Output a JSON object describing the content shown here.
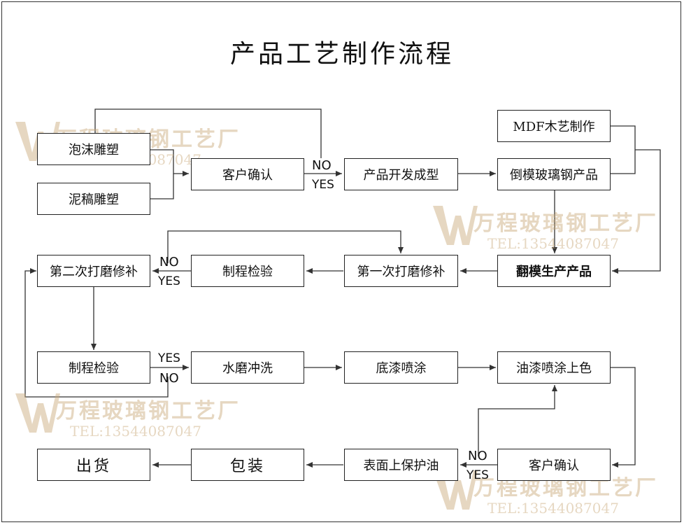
{
  "title": "产品工艺制作流程",
  "boxes": {
    "foam_carving": "泡沫雕塑",
    "clay_carving": "泥稿雕塑",
    "customer_confirm_1": "客户确认",
    "product_development": "产品开发成型",
    "mdf_wood": "MDF木艺制作",
    "mold_frp": "倒模玻璃钢产品",
    "remold_production": "翻模生产产品",
    "first_polish": "第一次打磨修补",
    "process_inspection_1": "制程检验",
    "second_polish": "第二次打磨修补",
    "process_inspection_2": "制程检验",
    "water_wash": "水磨冲洗",
    "primer_spray": "底漆喷涂",
    "oil_paint": "油漆喷涂上色",
    "customer_confirm_2": "客户确认",
    "protective_oil": "表面上保护油",
    "packaging": "包装",
    "shipping": "出货"
  },
  "labels": {
    "no": "NO",
    "yes": "YES"
  },
  "watermark": {
    "company": "万程玻璃钢工艺厂",
    "tel": "TEL:13544087047"
  },
  "colors": {
    "line": "#333333",
    "watermark": "#c8a878"
  }
}
